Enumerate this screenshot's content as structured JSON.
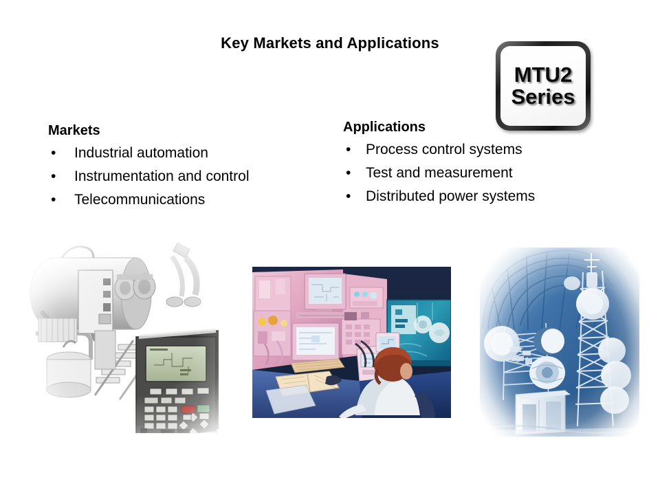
{
  "slide": {
    "title": "Key Markets and Applications",
    "background_color": "#ffffff"
  },
  "logo": {
    "line1": "MTU2",
    "line2": "Series",
    "text_color": "#0b0b0b",
    "border_color": "#1c1c1c",
    "fill_color": "#ffffff"
  },
  "columns": {
    "markets": {
      "heading": "Markets",
      "items": [
        {
          "bullet": "•",
          "label": "Industrial automation"
        },
        {
          "bullet": "•",
          "label": "Instrumentation and control"
        },
        {
          "bullet": "•",
          "label": "Telecommunications"
        }
      ]
    },
    "applications": {
      "heading": "Applications",
      "items": [
        {
          "bullet": "•",
          "label": "Process control systems"
        },
        {
          "bullet": "•",
          "label": "Test and measurement"
        },
        {
          "bullet": "•",
          "label": "Distributed power systems"
        }
      ]
    }
  },
  "photos": [
    {
      "name": "industrial-machinery",
      "description": "Grayscale industrial machine with dark control panel terminal",
      "tone": "grayscale",
      "edge": "feathered"
    },
    {
      "name": "control-room",
      "description": "Operator at process control console under magenta and blue lighting",
      "tone": "color",
      "edge": "hard"
    },
    {
      "name": "telecom-towers",
      "description": "Blue-toned telecommunications towers with satellite dishes",
      "tone": "blue",
      "edge": "feathered"
    }
  ]
}
